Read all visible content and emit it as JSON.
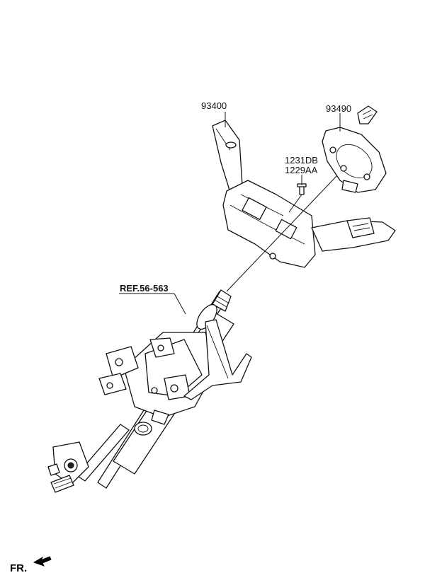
{
  "labels": {
    "multifunction_switch": "93400",
    "clock_spring": "93490",
    "screw_line1": "1231DB",
    "screw_line2": "1229AA",
    "reference": "REF.56-563",
    "front_indicator": "FR."
  }
}
